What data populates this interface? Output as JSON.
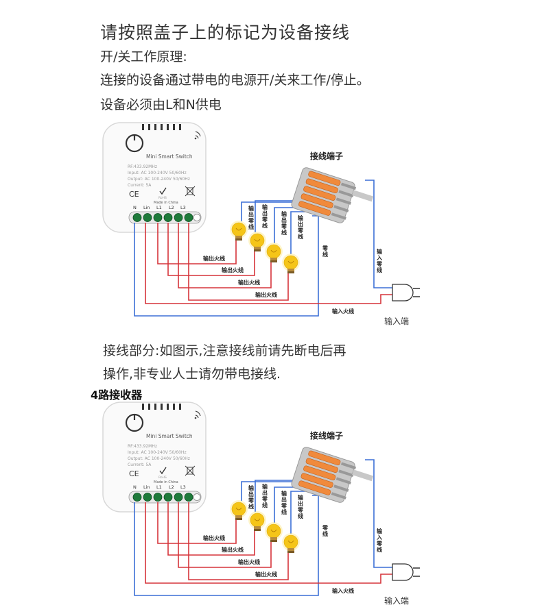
{
  "header": {
    "title": "请按照盖子上的标记为设备接线",
    "line1": "开/关工作原理:",
    "line2": "连接的设备通过带电的电源开/关来工作/停止。",
    "line3": "设备必须由L和N供电"
  },
  "middle": {
    "line1": "接线部分:如图示,注意接线前请先断电后再",
    "line2": "操作,非专业人士请勿带电接线."
  },
  "section2_title": "4路接收器",
  "diagram": {
    "device": {
      "name": "Mini Smart Switch",
      "rf": "RF:433.92MHz",
      "input": "Input:  AC 100-240V  50/60Hz",
      "output": "Output:  AC 100-240V  50/60Hz",
      "current": "Current:  5A",
      "ce_mark": "CE",
      "rohs": "RoHS",
      "made_in": "Made in China",
      "terminals": [
        "N",
        "Lin",
        "L1",
        "L2",
        "L3"
      ]
    },
    "labels": {
      "connector": "接线端子",
      "output_neutral": "输出零线",
      "neutral": "零线",
      "input_neutral": "输入零线",
      "output_live": "输出火线",
      "input_live": "输入火线",
      "input_port": "输入端"
    },
    "colors": {
      "neutral_wire": "#3b6fd6",
      "live_wire": "#d6343a",
      "bulb": "#f5c518",
      "connector_orange": "#f08a3c",
      "connector_gray": "#c8c8c8"
    }
  }
}
